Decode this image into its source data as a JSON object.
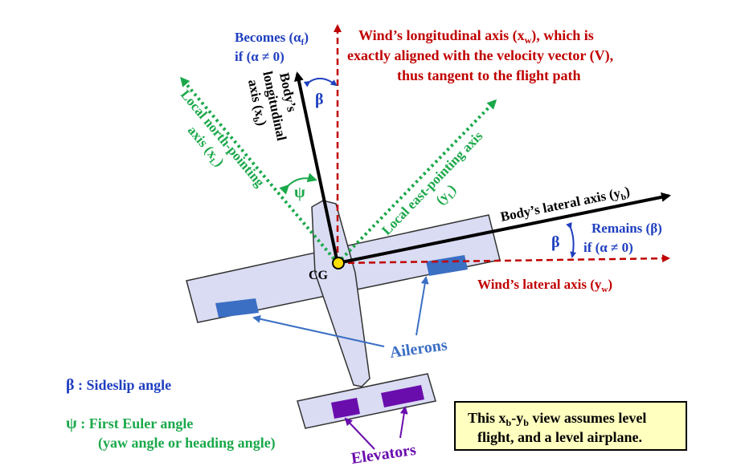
{
  "colors": {
    "red": "#c00000",
    "blue": "#1f3fbf",
    "green": "#1aa84a",
    "black": "#000000",
    "purple": "#7b1fa2",
    "aileron_blue": "#3b6fc4",
    "elevator_purple": "#6a0dad",
    "airplane_fill": "#d9dcf2",
    "note_fill": "#ffffc0"
  },
  "labels": {
    "wind_long_1": "Wind’s longitudinal axis (x",
    "wind_long_1_sub": "w",
    "wind_long_1_end": "), which is",
    "wind_long_2": "exactly aligned with the velocity vector (V),",
    "wind_long_3": "thus tangent to the flight path",
    "becomes_1": "Becomes (α",
    "becomes_1_sub": "f",
    "becomes_1_end": ")",
    "becomes_2": "if (α ≠ 0)",
    "beta_top": "β",
    "body_long_1": "Body’s",
    "body_long_2": "longitudinal",
    "body_long_3": "axis (x",
    "body_long_3_sub": "b",
    "body_long_3_end": ")",
    "north_1": "Local north-pointing",
    "north_2": "axis (x",
    "north_2_sub": "L",
    "north_2_end": ")",
    "psi": "ψ",
    "east_1": "Local east-pointing axis",
    "east_2": "(y",
    "east_2_sub": "L",
    "east_2_end": ")",
    "body_lat": "Body’s lateral axis (y",
    "body_lat_sub": "b",
    "body_lat_end": ")",
    "remains_1": "Remains (β)",
    "remains_2": "if (α ≠ 0)",
    "beta_right": "β",
    "wind_lat": "Wind’s lateral axis (y",
    "wind_lat_sub": "w",
    "wind_lat_end": ")",
    "cg": "CG",
    "ailerons": "Ailerons",
    "elevators": "Elevators"
  },
  "legend": {
    "beta_symbol": "β",
    "beta_text": " : Sideslip angle",
    "psi_symbol": "ψ",
    "psi_text": " : First Euler angle",
    "psi_text_2": "(yaw angle or heading angle)"
  },
  "note": {
    "line1_a": "This x",
    "line1_sub1": "b",
    "line1_b": "-y",
    "line1_sub2": "b",
    "line1_c": " view assumes level",
    "line2": "flight, and a level airplane."
  }
}
